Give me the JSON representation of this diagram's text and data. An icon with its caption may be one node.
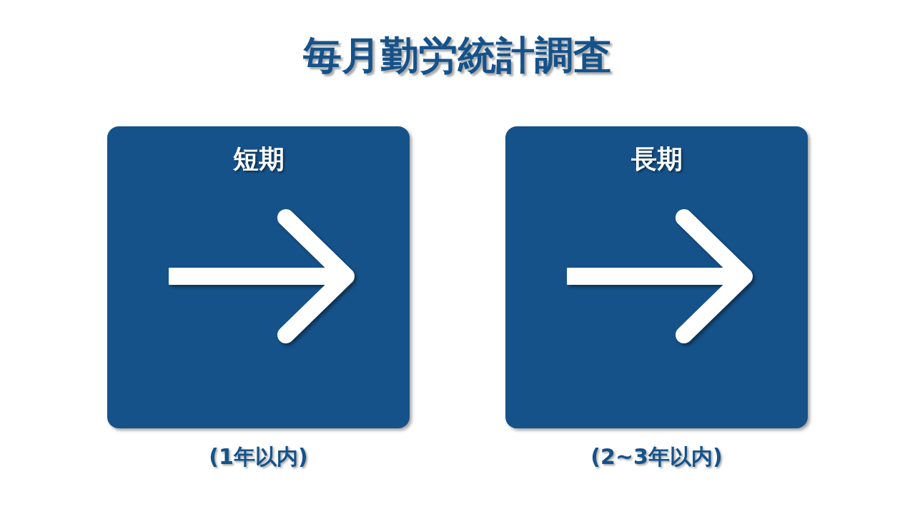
{
  "diagram": {
    "title": "毎月勤労統計調査",
    "nodes": [
      {
        "text": [
          "短期"
        ],
        "beside": [
          "(1年以内)"
        ]
      },
      {
        "text": [
          "長期"
        ],
        "beside": [
          "(2~3年以内)"
        ]
      }
    ]
  }
}
